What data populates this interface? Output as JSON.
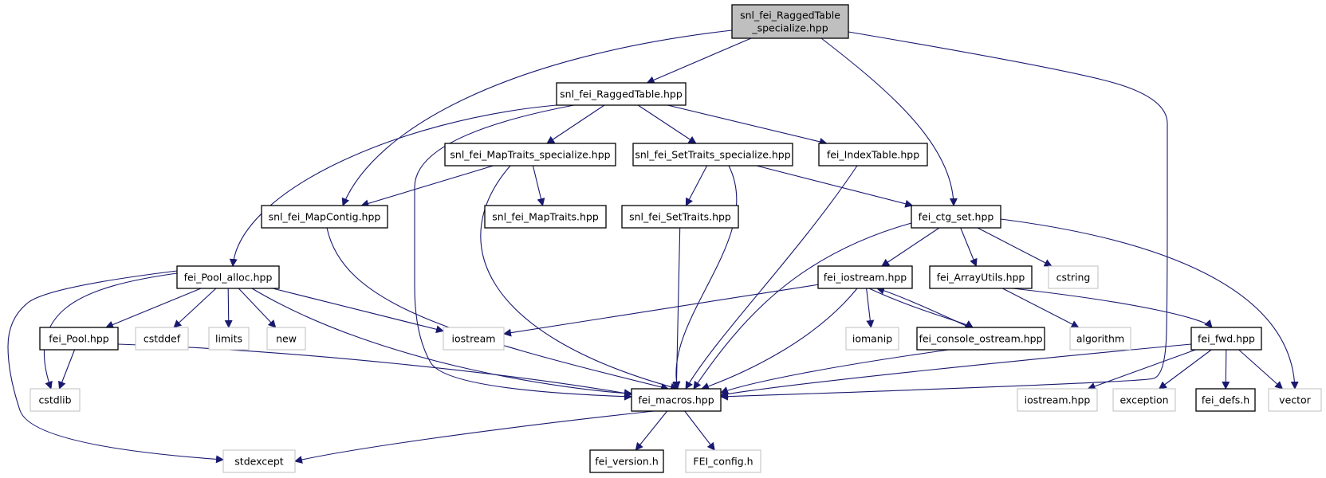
{
  "nodes": [
    {
      "id": "root",
      "lines": [
        "snl_fei_RaggedTable",
        "_specialize.hpp"
      ],
      "kind": "root"
    },
    {
      "id": "ragged",
      "lines": [
        "snl_fei_RaggedTable.hpp"
      ],
      "kind": "doc"
    },
    {
      "id": "maptraits_spec",
      "lines": [
        "snl_fei_MapTraits_specialize.hpp"
      ],
      "kind": "doc"
    },
    {
      "id": "settraits_spec",
      "lines": [
        "snl_fei_SetTraits_specialize.hpp"
      ],
      "kind": "doc"
    },
    {
      "id": "indextable",
      "lines": [
        "fei_IndexTable.hpp"
      ],
      "kind": "doc"
    },
    {
      "id": "mapcontig",
      "lines": [
        "snl_fei_MapContig.hpp"
      ],
      "kind": "doc"
    },
    {
      "id": "maptraits",
      "lines": [
        "snl_fei_MapTraits.hpp"
      ],
      "kind": "doc"
    },
    {
      "id": "settraits",
      "lines": [
        "snl_fei_SetTraits.hpp"
      ],
      "kind": "doc"
    },
    {
      "id": "ctgset",
      "lines": [
        "fei_ctg_set.hpp"
      ],
      "kind": "doc"
    },
    {
      "id": "poolalloc",
      "lines": [
        "fei_Pool_alloc.hpp"
      ],
      "kind": "doc"
    },
    {
      "id": "feiiostream",
      "lines": [
        "fei_iostream.hpp"
      ],
      "kind": "doc"
    },
    {
      "id": "arrayutils",
      "lines": [
        "fei_ArrayUtils.hpp"
      ],
      "kind": "doc"
    },
    {
      "id": "cstring",
      "lines": [
        "cstring"
      ],
      "kind": "ext"
    },
    {
      "id": "pool",
      "lines": [
        "fei_Pool.hpp"
      ],
      "kind": "doc"
    },
    {
      "id": "cstddef",
      "lines": [
        "cstddef"
      ],
      "kind": "ext"
    },
    {
      "id": "limits",
      "lines": [
        "limits"
      ],
      "kind": "ext"
    },
    {
      "id": "new",
      "lines": [
        "new"
      ],
      "kind": "ext"
    },
    {
      "id": "iostream",
      "lines": [
        "iostream"
      ],
      "kind": "ext"
    },
    {
      "id": "iomanip",
      "lines": [
        "iomanip"
      ],
      "kind": "ext"
    },
    {
      "id": "consoleostream",
      "lines": [
        "fei_console_ostream.hpp"
      ],
      "kind": "doc"
    },
    {
      "id": "algorithm",
      "lines": [
        "algorithm"
      ],
      "kind": "ext"
    },
    {
      "id": "feifwd",
      "lines": [
        "fei_fwd.hpp"
      ],
      "kind": "doc"
    },
    {
      "id": "cstdlib",
      "lines": [
        "cstdlib"
      ],
      "kind": "ext"
    },
    {
      "id": "macros",
      "lines": [
        "fei_macros.hpp"
      ],
      "kind": "doc"
    },
    {
      "id": "iostreamhpp",
      "lines": [
        "iostream.hpp"
      ],
      "kind": "ext"
    },
    {
      "id": "exception",
      "lines": [
        "exception"
      ],
      "kind": "ext"
    },
    {
      "id": "feidefs",
      "lines": [
        "fei_defs.h"
      ],
      "kind": "doc"
    },
    {
      "id": "vector",
      "lines": [
        "vector"
      ],
      "kind": "ext"
    },
    {
      "id": "stdexcept",
      "lines": [
        "stdexcept"
      ],
      "kind": "ext"
    },
    {
      "id": "feiversion",
      "lines": [
        "fei_version.h"
      ],
      "kind": "doc"
    },
    {
      "id": "feiconfig",
      "lines": [
        "FEI_config.h"
      ],
      "kind": "ext"
    }
  ],
  "edges": [
    [
      "root",
      "ragged"
    ],
    [
      "root",
      "mapcontig"
    ],
    [
      "root",
      "ctgset"
    ],
    [
      "root",
      "macros"
    ],
    [
      "ragged",
      "poolalloc"
    ],
    [
      "ragged",
      "macros"
    ],
    [
      "ragged",
      "maptraits_spec"
    ],
    [
      "ragged",
      "settraits_spec"
    ],
    [
      "ragged",
      "indextable"
    ],
    [
      "maptraits_spec",
      "mapcontig"
    ],
    [
      "maptraits_spec",
      "maptraits"
    ],
    [
      "maptraits_spec",
      "macros"
    ],
    [
      "settraits_spec",
      "settraits"
    ],
    [
      "settraits_spec",
      "macros"
    ],
    [
      "settraits_spec",
      "ctgset"
    ],
    [
      "indextable",
      "macros"
    ],
    [
      "mapcontig",
      "macros"
    ],
    [
      "settraits",
      "macros"
    ],
    [
      "ctgset",
      "macros"
    ],
    [
      "ctgset",
      "feiiostream"
    ],
    [
      "ctgset",
      "arrayutils"
    ],
    [
      "ctgset",
      "cstring"
    ],
    [
      "ctgset",
      "vector"
    ],
    [
      "poolalloc",
      "pool"
    ],
    [
      "poolalloc",
      "cstddef"
    ],
    [
      "poolalloc",
      "limits"
    ],
    [
      "poolalloc",
      "new"
    ],
    [
      "poolalloc",
      "iostream"
    ],
    [
      "poolalloc",
      "macros"
    ],
    [
      "poolalloc",
      "cstdlib"
    ],
    [
      "poolalloc",
      "stdexcept"
    ],
    [
      "pool",
      "cstdlib"
    ],
    [
      "pool",
      "macros"
    ],
    [
      "feiiostream",
      "iostream"
    ],
    [
      "feiiostream",
      "iomanip"
    ],
    [
      "feiiostream",
      "macros"
    ],
    [
      "feiiostream",
      "consoleostream"
    ],
    [
      "consoleostream",
      "feiiostream"
    ],
    [
      "consoleostream",
      "macros"
    ],
    [
      "arrayutils",
      "algorithm"
    ],
    [
      "arrayutils",
      "feifwd"
    ],
    [
      "feifwd",
      "macros"
    ],
    [
      "feifwd",
      "iostreamhpp"
    ],
    [
      "feifwd",
      "exception"
    ],
    [
      "feifwd",
      "feidefs"
    ],
    [
      "feifwd",
      "vector"
    ],
    [
      "macros",
      "stdexcept"
    ],
    [
      "macros",
      "feiversion"
    ],
    [
      "macros",
      "feiconfig"
    ]
  ],
  "colors": {
    "edge": "#191970",
    "doc_border": "#000000",
    "ext_border": "#bfbfbf",
    "root_fill": "#bfbfbf",
    "node_fill": "#ffffff"
  }
}
